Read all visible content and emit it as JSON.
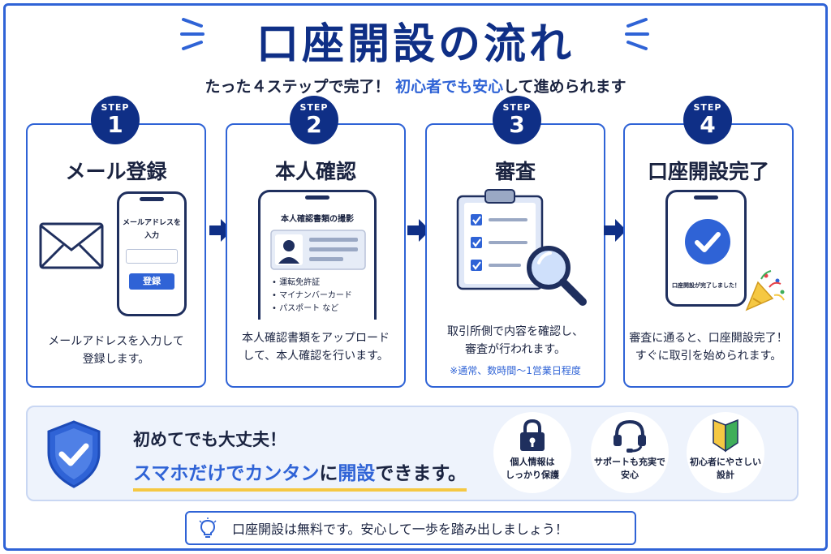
{
  "header": {
    "title": "口座開設の流れ",
    "subtitle_part1": "たった４ステップで完了！",
    "subtitle_part2": "初心者でも安心",
    "subtitle_part3": "して進められます"
  },
  "steps": [
    {
      "step_label": "STEP",
      "number": "1",
      "title": "メール登録",
      "phone_prompt_line1": "メールアドレスを",
      "phone_prompt_line2": "入力",
      "register_button": "登録",
      "desc_line1": "メールアドレスを入力して",
      "desc_line2": "登録します。",
      "icons": [
        "envelope-icon",
        "smartphone-icon"
      ]
    },
    {
      "step_label": "STEP",
      "number": "2",
      "title": "本人確認",
      "phone_heading": "本人確認書類の撮影",
      "id_documents": [
        "運転免許証",
        "マイナンバーカード",
        "パスポート など"
      ],
      "desc_line1": "本人確認書類をアップロード",
      "desc_line2": "して、本人確認を行います。",
      "icons": [
        "smartphone-icon",
        "id-card-icon"
      ]
    },
    {
      "step_label": "STEP",
      "number": "3",
      "title": "審査",
      "desc_line1": "取引所側で内容を確認し、",
      "desc_line2": "審査が行われます。",
      "note": "※通常、数時間〜1営業日程度",
      "icons": [
        "clipboard-checklist-icon",
        "magnifier-icon"
      ]
    },
    {
      "step_label": "STEP",
      "number": "4",
      "title": "口座開設完了",
      "phone_message": "口座開設が完了しました！",
      "desc_line1": "審査に通ると、口座開設完了！",
      "desc_line2": "すぐに取引を始められます。",
      "icons": [
        "smartphone-icon",
        "check-circle-icon",
        "party-popper-icon"
      ]
    }
  ],
  "banner": {
    "line1": "初めてでも大丈夫！",
    "line2_part1": "スマホだけで",
    "line2_part2": "カンタン",
    "line2_part3": "に",
    "line2_part4": "開設",
    "line2_part5": "できます。",
    "features": [
      {
        "icon": "lock-icon",
        "line1": "個人情報は",
        "line2": "しっかり保護"
      },
      {
        "icon": "headset-icon",
        "line1": "サポートも充実で",
        "line2": "安心"
      },
      {
        "icon": "beginner-mark-icon",
        "line1": "初心者にやさしい",
        "line2": "設計"
      }
    ]
  },
  "footer": {
    "text": "口座開設は無料です。安心して一歩を踏み出しましょう！"
  },
  "colors": {
    "navy": "#0f2f86",
    "accent_blue": "#2f63d6",
    "highlight_yellow": "#f5c843",
    "banner_bg": "#eef3fc"
  }
}
